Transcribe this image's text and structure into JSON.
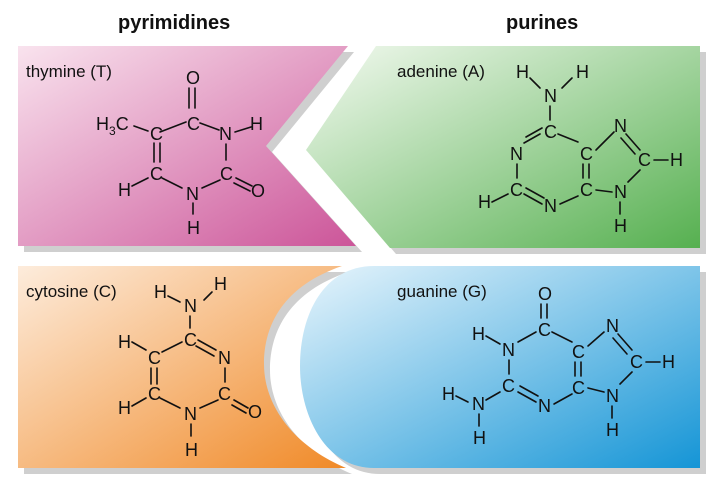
{
  "headers": {
    "pyrimidines": "pyrimidines",
    "purines": "purines"
  },
  "cards": {
    "thymine": {
      "label": "thymine (T)",
      "color_light": "#f7dbe9",
      "color_dark": "#cf5b9d"
    },
    "adenine": {
      "label": "adenine (A)",
      "color_light": "#eef7ea",
      "color_dark": "#5fb45a"
    },
    "cytosine": {
      "label": "cytosine (C)",
      "color_light": "#fde3cc",
      "color_dark": "#f18c2d"
    },
    "guanine": {
      "label": "guanine (G)",
      "color_light": "#dff1fb",
      "color_dark": "#1a9ad8"
    }
  },
  "atoms": {
    "O": "O",
    "C": "C",
    "N": "N",
    "H": "H",
    "CH3": "H3C"
  }
}
